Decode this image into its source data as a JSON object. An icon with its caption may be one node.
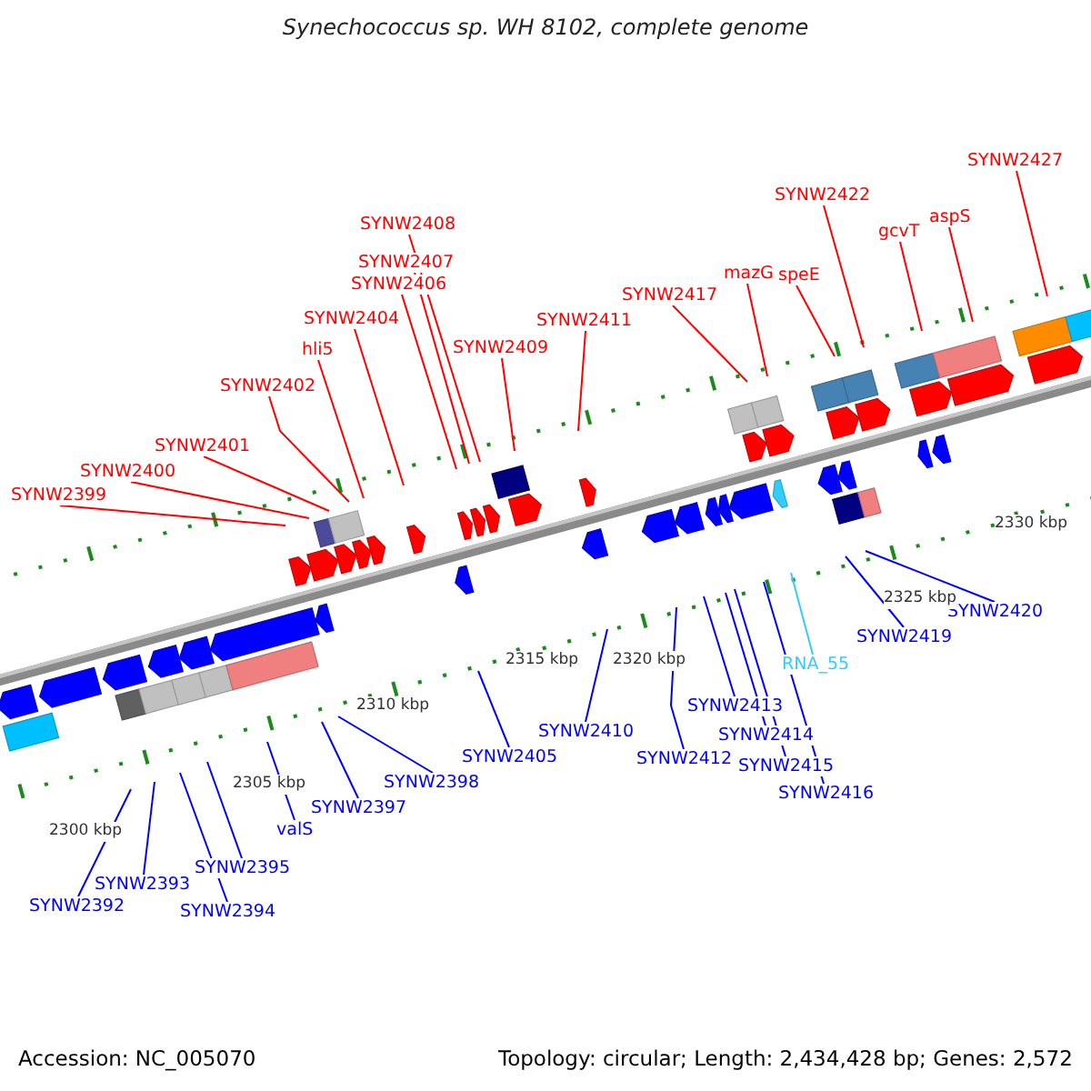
{
  "diagram": {
    "title": "Synechococcus sp. WH 8102, complete genome",
    "nodes": [
      {
        "text": [
          "SYNW2399"
        ]
      },
      {
        "text": [
          "SYNW2400"
        ]
      },
      {
        "text": [
          "SYNW2401"
        ]
      },
      {
        "text": [
          "SYNW2402"
        ]
      },
      {
        "text": [
          "hli5"
        ]
      },
      {
        "text": [
          "SYNW2404"
        ]
      },
      {
        "text": [
          "SYNW2406"
        ]
      },
      {
        "text": [
          "SYNW2407"
        ]
      },
      {
        "text": [
          "SYNW2408"
        ]
      },
      {
        "text": [
          "SYNW2409"
        ]
      },
      {
        "text": [
          "SYNW2411"
        ]
      },
      {
        "text": [
          "SYNW2417"
        ]
      },
      {
        "text": [
          "mazG"
        ]
      },
      {
        "text": [
          "speE"
        ]
      },
      {
        "text": [
          "SYNW2422"
        ]
      },
      {
        "text": [
          "gcvT"
        ]
      },
      {
        "text": [
          "aspS"
        ]
      },
      {
        "text": [
          "SYNW2427"
        ]
      },
      {
        "text": [
          "SYNW2392"
        ]
      },
      {
        "text": [
          "SYNW2393"
        ]
      },
      {
        "text": [
          "SYNW2394"
        ]
      },
      {
        "text": [
          "SYNW2395"
        ]
      },
      {
        "text": [
          "valS"
        ]
      },
      {
        "text": [
          "SYNW2397"
        ]
      },
      {
        "text": [
          "SYNW2398"
        ]
      },
      {
        "text": [
          "SYNW2405"
        ]
      },
      {
        "text": [
          "SYNW2410"
        ]
      },
      {
        "text": [
          "SYNW2412"
        ]
      },
      {
        "text": [
          "SYNW2413"
        ]
      },
      {
        "text": [
          "SYNW2414"
        ]
      },
      {
        "text": [
          "SYNW2415"
        ]
      },
      {
        "text": [
          "SYNW2416"
        ]
      },
      {
        "text": [
          "RNA_55"
        ]
      },
      {
        "text": [
          "SYNW2419"
        ]
      },
      {
        "text": [
          "SYNW2420"
        ]
      }
    ],
    "edges": [
      {
        "from": 0,
        "to": null,
        "arrow": "none"
      },
      {
        "from": 1,
        "to": null,
        "arrow": "none"
      },
      {
        "from": 2,
        "to": null,
        "arrow": "none"
      },
      {
        "from": 3,
        "to": null,
        "arrow": "none"
      },
      {
        "from": 4,
        "to": null,
        "arrow": "none"
      },
      {
        "from": 5,
        "to": null,
        "arrow": "none"
      },
      {
        "from": 6,
        "to": null,
        "arrow": "none"
      },
      {
        "from": 7,
        "to": null,
        "arrow": "none"
      },
      {
        "from": 8,
        "to": null,
        "arrow": "none"
      },
      {
        "from": 9,
        "to": null,
        "arrow": "none"
      },
      {
        "from": 10,
        "to": null,
        "arrow": "none"
      },
      {
        "from": 11,
        "to": null,
        "arrow": "none"
      },
      {
        "from": 12,
        "to": null,
        "arrow": "none"
      },
      {
        "from": 13,
        "to": null,
        "arrow": "none"
      },
      {
        "from": 14,
        "to": null,
        "arrow": "none"
      },
      {
        "from": 15,
        "to": null,
        "arrow": "none"
      },
      {
        "from": 16,
        "to": null,
        "arrow": "none"
      },
      {
        "from": 17,
        "to": null,
        "arrow": "none"
      },
      {
        "from": 18,
        "to": null,
        "arrow": "none",
        "color": "#0000ff"
      },
      {
        "from": 19,
        "to": null,
        "arrow": "none",
        "color": "#0000ff"
      },
      {
        "from": 20,
        "to": null,
        "arrow": "none",
        "color": "#0000ff"
      },
      {
        "from": 21,
        "to": null,
        "arrow": "none",
        "color": "#0000ff"
      },
      {
        "from": 22,
        "to": null,
        "arrow": "none",
        "color": "#0000ff"
      },
      {
        "from": 23,
        "to": null,
        "arrow": "none",
        "color": "#0000ff"
      },
      {
        "from": 24,
        "to": null,
        "arrow": "none",
        "color": "#0000ff"
      },
      {
        "from": 25,
        "to": null,
        "arrow": "none",
        "color": "#0000ff"
      },
      {
        "from": 26,
        "to": null,
        "arrow": "none",
        "color": "#0000ff"
      },
      {
        "from": 27,
        "to": null,
        "arrow": "none",
        "color": "#0000ff"
      },
      {
        "from": 28,
        "to": null,
        "arrow": "none",
        "color": "#0000ff"
      },
      {
        "from": 29,
        "to": null,
        "arrow": "none",
        "color": "#0000ff"
      },
      {
        "from": 30,
        "to": null,
        "arrow": "none",
        "color": "#0000ff"
      },
      {
        "from": 31,
        "to": null,
        "arrow": "none",
        "color": "#0000ff"
      },
      {
        "from": 32,
        "to": null,
        "arrow": "none",
        "color": "#33ccff"
      },
      {
        "from": 33,
        "to": null,
        "arrow": "none",
        "color": "#0000ff"
      },
      {
        "from": 34,
        "to": null,
        "arrow": "none",
        "color": "#0000ff"
      }
    ],
    "labels": [
      "2300 kbp",
      "2305 kbp",
      "2310 kbp",
      "2315 kbp",
      "2320 kbp",
      "2325 kbp",
      "2330 kbp",
      "Accession: NC_005070",
      "Topology: circular; Length: 2,434,428 bp; Genes: 2,572"
    ]
  }
}
